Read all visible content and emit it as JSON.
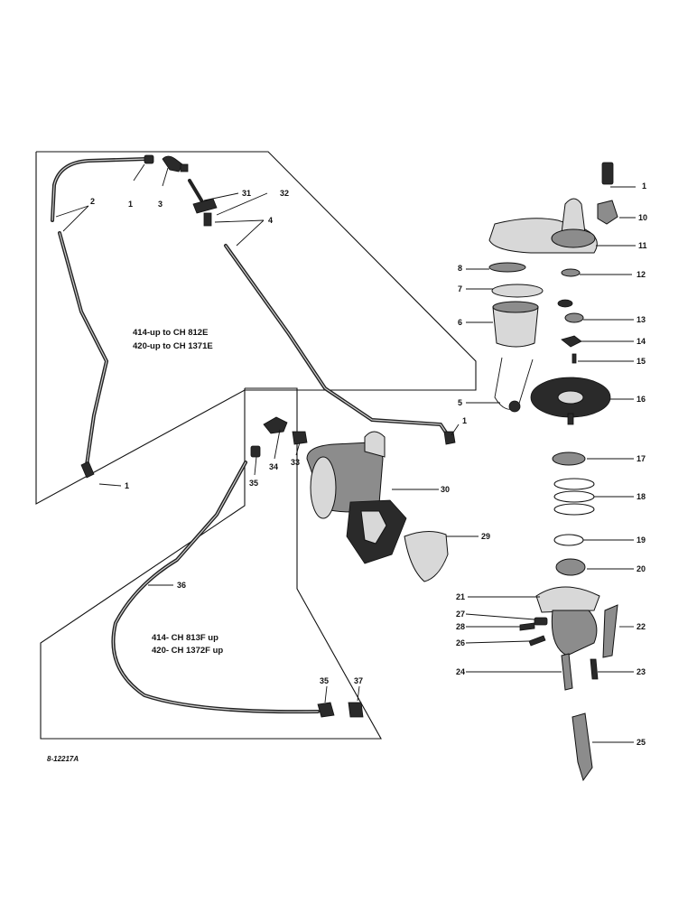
{
  "diagram": {
    "figure_id": "8-12217A",
    "notes": {
      "upper_group": [
        "414-up to CH 812E",
        "420-up to CH 1371E"
      ],
      "lower_group": [
        "414- CH 813F up",
        "420- CH 1372F up"
      ]
    },
    "callouts": {
      "c1a": "1",
      "c1b": "1",
      "c1c": "1",
      "c1d": "1",
      "c2": "2",
      "c3": "3",
      "c4": "4",
      "c5": "5",
      "c6": "6",
      "c7": "7",
      "c8": "8",
      "c10": "10",
      "c11": "11",
      "c12": "12",
      "c13": "13",
      "c14": "14",
      "c15": "15",
      "c16": "16",
      "c17": "17",
      "c18": "18",
      "c19": "19",
      "c20": "20",
      "c21": "21",
      "c22": "22",
      "c23": "23",
      "c24": "24",
      "c25": "25",
      "c26": "26",
      "c27": "27",
      "c28": "28",
      "c29": "29",
      "c30": "30",
      "c31": "31",
      "c32": "32",
      "c33": "33",
      "c34": "34",
      "c35a": "35",
      "c35b": "35",
      "c36": "36",
      "c37": "37"
    }
  }
}
